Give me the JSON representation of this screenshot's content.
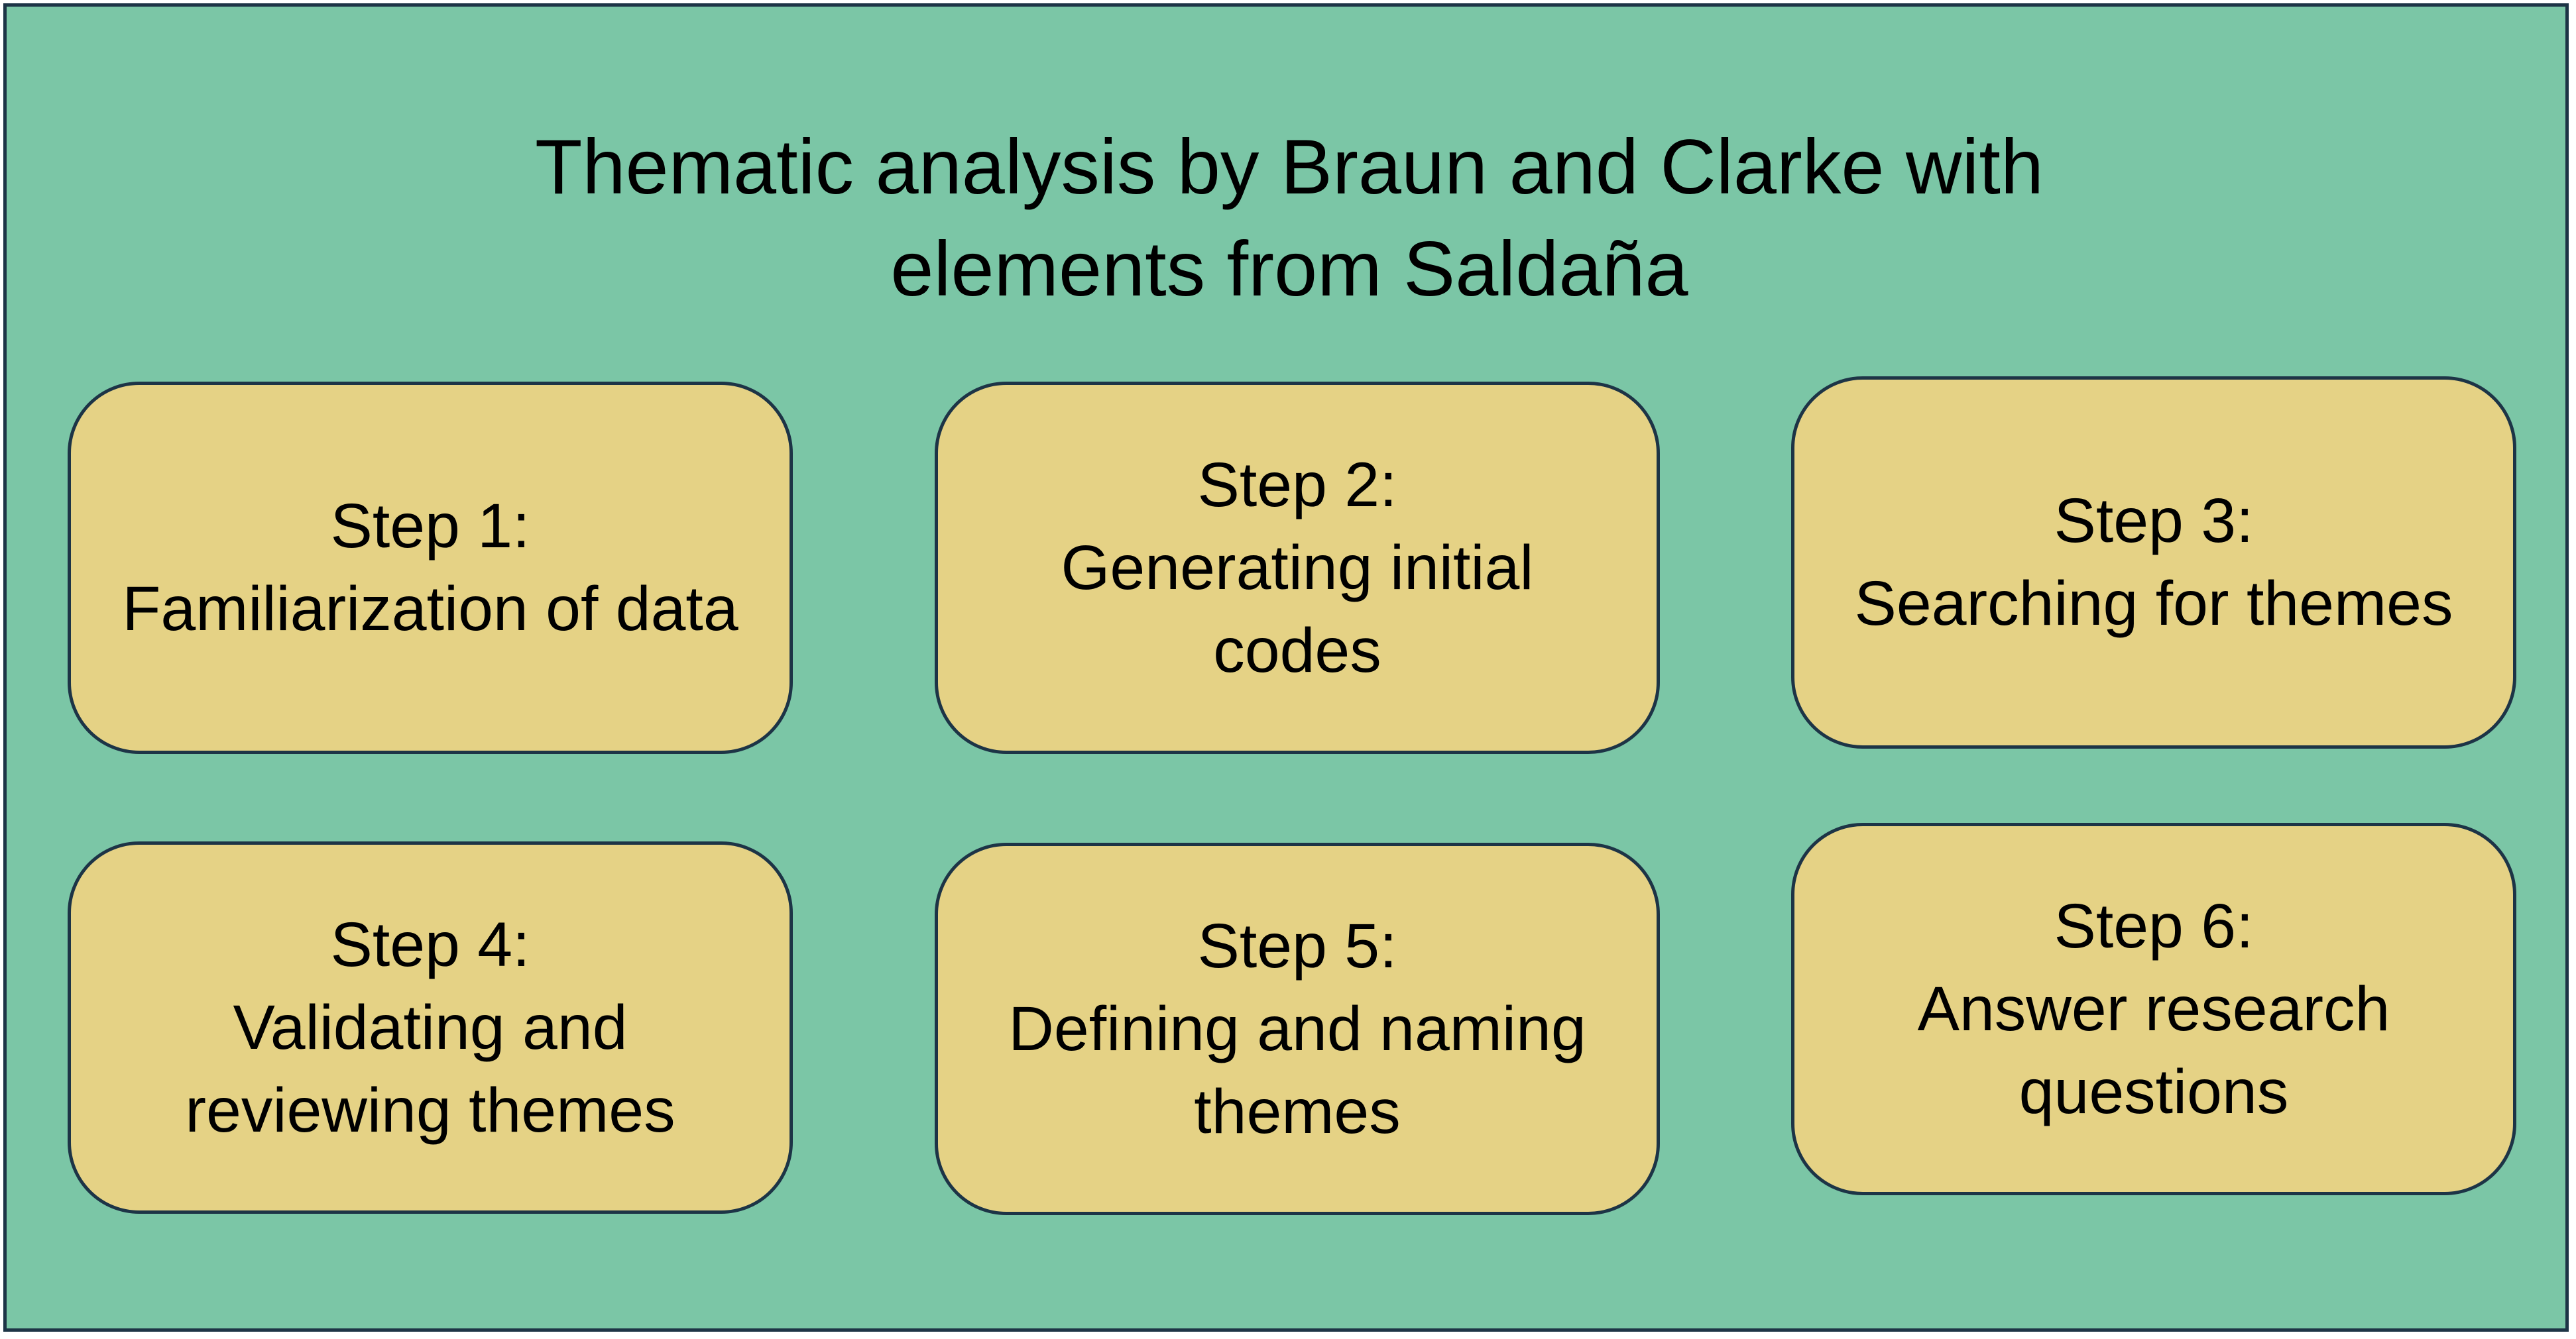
{
  "diagram": {
    "title_lines": [
      "Thematic analysis by Braun and Clarke with",
      "elements from Saldaña"
    ],
    "steps": [
      {
        "label": "Step 1:",
        "lines": [
          "Familiarization of data"
        ]
      },
      {
        "label": "Step 2:",
        "lines": [
          "Generating initial",
          "codes"
        ]
      },
      {
        "label": "Step 3:",
        "lines": [
          "Searching for themes"
        ]
      },
      {
        "label": "Step 4:",
        "lines": [
          "Validating and",
          "reviewing themes"
        ]
      },
      {
        "label": "Step 5:",
        "lines": [
          "Defining and naming",
          "themes"
        ]
      },
      {
        "label": "Step 6:",
        "lines": [
          "Answer research",
          "questions"
        ]
      }
    ]
  },
  "colors": {
    "background": "#7bc6a6",
    "step_box": "#e5d285",
    "border": "#1d3446",
    "text": "#000000"
  }
}
